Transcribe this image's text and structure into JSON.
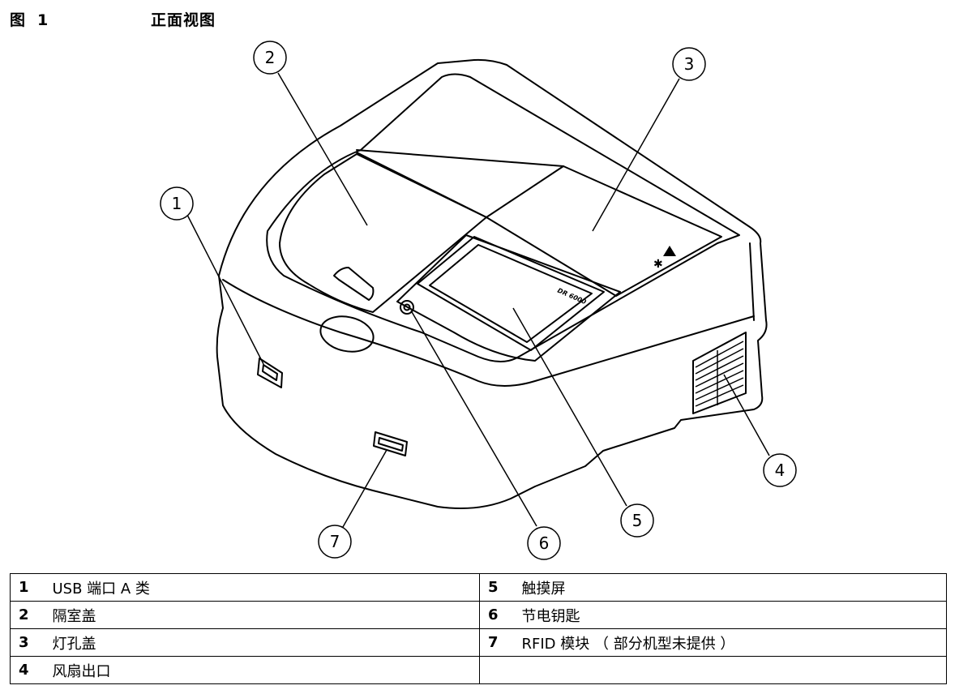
{
  "figure": {
    "label": "图",
    "number": "1",
    "title": "正面视图"
  },
  "callouts": [
    "1",
    "2",
    "3",
    "4",
    "5",
    "6",
    "7"
  ],
  "device": {
    "screen_brand": "DR 6000"
  },
  "legend": {
    "left": [
      {
        "num": "1",
        "text": "USB 端口 A 类"
      },
      {
        "num": "2",
        "text": "隔室盖"
      },
      {
        "num": "3",
        "text": "灯孔盖"
      },
      {
        "num": "4",
        "text": "风扇出口"
      }
    ],
    "right": [
      {
        "num": "5",
        "text": "触摸屏"
      },
      {
        "num": "6",
        "text": "节电钥匙"
      },
      {
        "num": "7",
        "text": "RFID 模块 （ 部分机型未提供 ）"
      }
    ]
  }
}
